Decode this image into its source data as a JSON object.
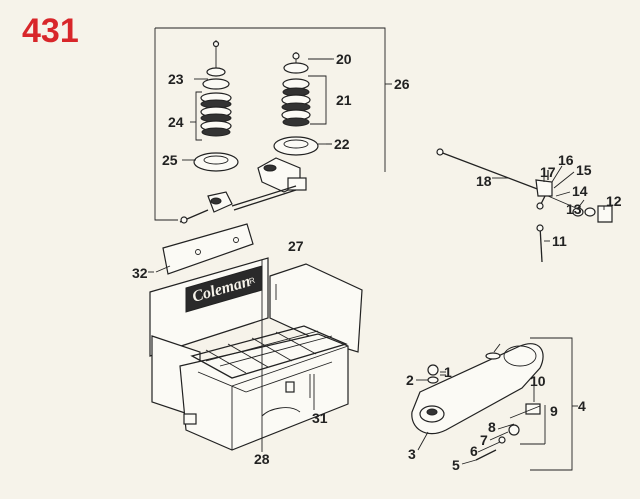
{
  "page_number": "431",
  "logo_text": "Coleman",
  "logo_mark": "R",
  "colors": {
    "page_number": "#d8262a",
    "ink": "#222222",
    "paper": "#f6f3ea"
  },
  "callouts": {
    "c1": "1",
    "c2": "2",
    "c3": "3",
    "c4": "4",
    "c5": "5",
    "c6": "6",
    "c7": "7",
    "c8": "8",
    "c9": "9",
    "c10": "10",
    "c11": "11",
    "c12": "12",
    "c13": "13",
    "c14": "14",
    "c15": "15",
    "c16": "16",
    "c17": "17",
    "c18": "18",
    "c20": "20",
    "c21": "21",
    "c22": "22",
    "c23": "23",
    "c24": "24",
    "c25": "25",
    "c26": "26",
    "c27": "27",
    "c28": "28",
    "c31": "31",
    "c32": "32"
  }
}
